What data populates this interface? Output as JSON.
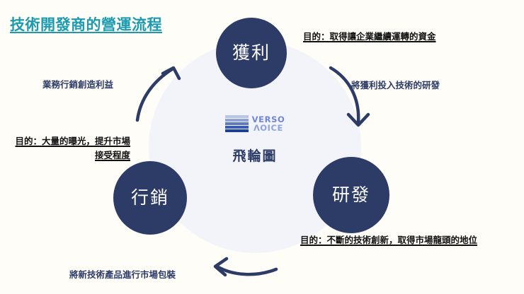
{
  "slide": {
    "title": "技術開發商的營運流程",
    "title_color": "#1c9bb0",
    "background_color": "#fefdf7",
    "disc_color": "#f3f3fa",
    "node_color": "#2d3c66",
    "arrow_color": "#2d3c66"
  },
  "center": {
    "brand_top": "VERSO",
    "brand_bottom": "VOICE",
    "caption": "飛輪圖"
  },
  "nodes": [
    {
      "id": "profit",
      "label": "獲利"
    },
    {
      "id": "rnd",
      "label": "研發"
    },
    {
      "id": "marketing",
      "label": "行銷"
    }
  ],
  "annotations": [
    {
      "id": "profit-to-rnd",
      "text": "將獲利投入技術的研發"
    },
    {
      "id": "rnd-to-marketing",
      "text": "將新技術產品進行市場包裝"
    },
    {
      "id": "marketing-to-profit",
      "text": "業務行銷創造利益"
    }
  ],
  "purposes": [
    {
      "id": "profit",
      "text": "目的：取得讓企業繼續運轉的資金"
    },
    {
      "id": "rnd",
      "text": "目的：不斷的技術創新，取得市場龍頭的地位"
    },
    {
      "id": "marketing",
      "text": "目的：大量的曝光，提升市場接受程度"
    }
  ]
}
